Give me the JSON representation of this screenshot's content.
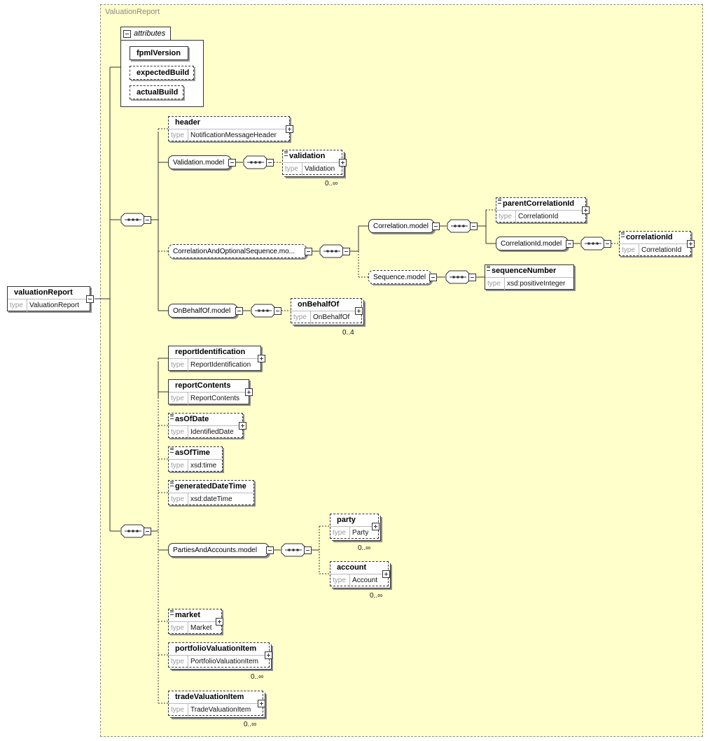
{
  "complex_type_label": "ValuationReport",
  "attributes_label": "attributes",
  "attributes": [
    "fpmlVersion",
    "expectedBuild",
    "actualBuild"
  ],
  "type_key": "type",
  "root": {
    "name": "valuationReport",
    "type": "ValuationReport"
  },
  "elements": {
    "header": {
      "name": "header",
      "type": "NotificationMessageHeader"
    },
    "validation": {
      "name": "validation",
      "type": "Validation",
      "card": "0..∞"
    },
    "parentCorrelationId": {
      "name": "parentCorrelationId",
      "type": "CorrelationId"
    },
    "correlationId": {
      "name": "correlationId",
      "type": "CorrelationId"
    },
    "sequenceNumber": {
      "name": "sequenceNumber",
      "type": "xsd:positiveInteger"
    },
    "onBehalfOf": {
      "name": "onBehalfOf",
      "type": "OnBehalfOf",
      "card": "0..4"
    },
    "reportIdentification": {
      "name": "reportIdentification",
      "type": "ReportIdentification"
    },
    "reportContents": {
      "name": "reportContents",
      "type": "ReportContents"
    },
    "asOfDate": {
      "name": "asOfDate",
      "type": "IdentifiedDate"
    },
    "asOfTime": {
      "name": "asOfTime",
      "type": "xsd:time"
    },
    "generatedDateTime": {
      "name": "generatedDateTime",
      "type": "xsd:dateTime"
    },
    "party": {
      "name": "party",
      "type": "Party",
      "card": "0..∞"
    },
    "account": {
      "name": "account",
      "type": "Account",
      "card": "0..∞"
    },
    "market": {
      "name": "market",
      "type": "Market"
    },
    "portfolioValuationItem": {
      "name": "portfolioValuationItem",
      "type": "PortfolioValuationItem",
      "card": "0..∞"
    },
    "tradeValuationItem": {
      "name": "tradeValuationItem",
      "type": "TradeValuationItem",
      "card": "0..∞"
    }
  },
  "groups": {
    "validation_model": "Validation.model",
    "correlation_seq_model": "CorrelationAndOptionalSequence.mo...",
    "correlation_model": "Correlation.model",
    "correlation_id_model": "CorrelationId.model",
    "sequence_model": "Sequence.model",
    "on_behalf_of_model": "OnBehalfOf.model",
    "parties_accounts_model": "PartiesAndAccounts.model"
  }
}
